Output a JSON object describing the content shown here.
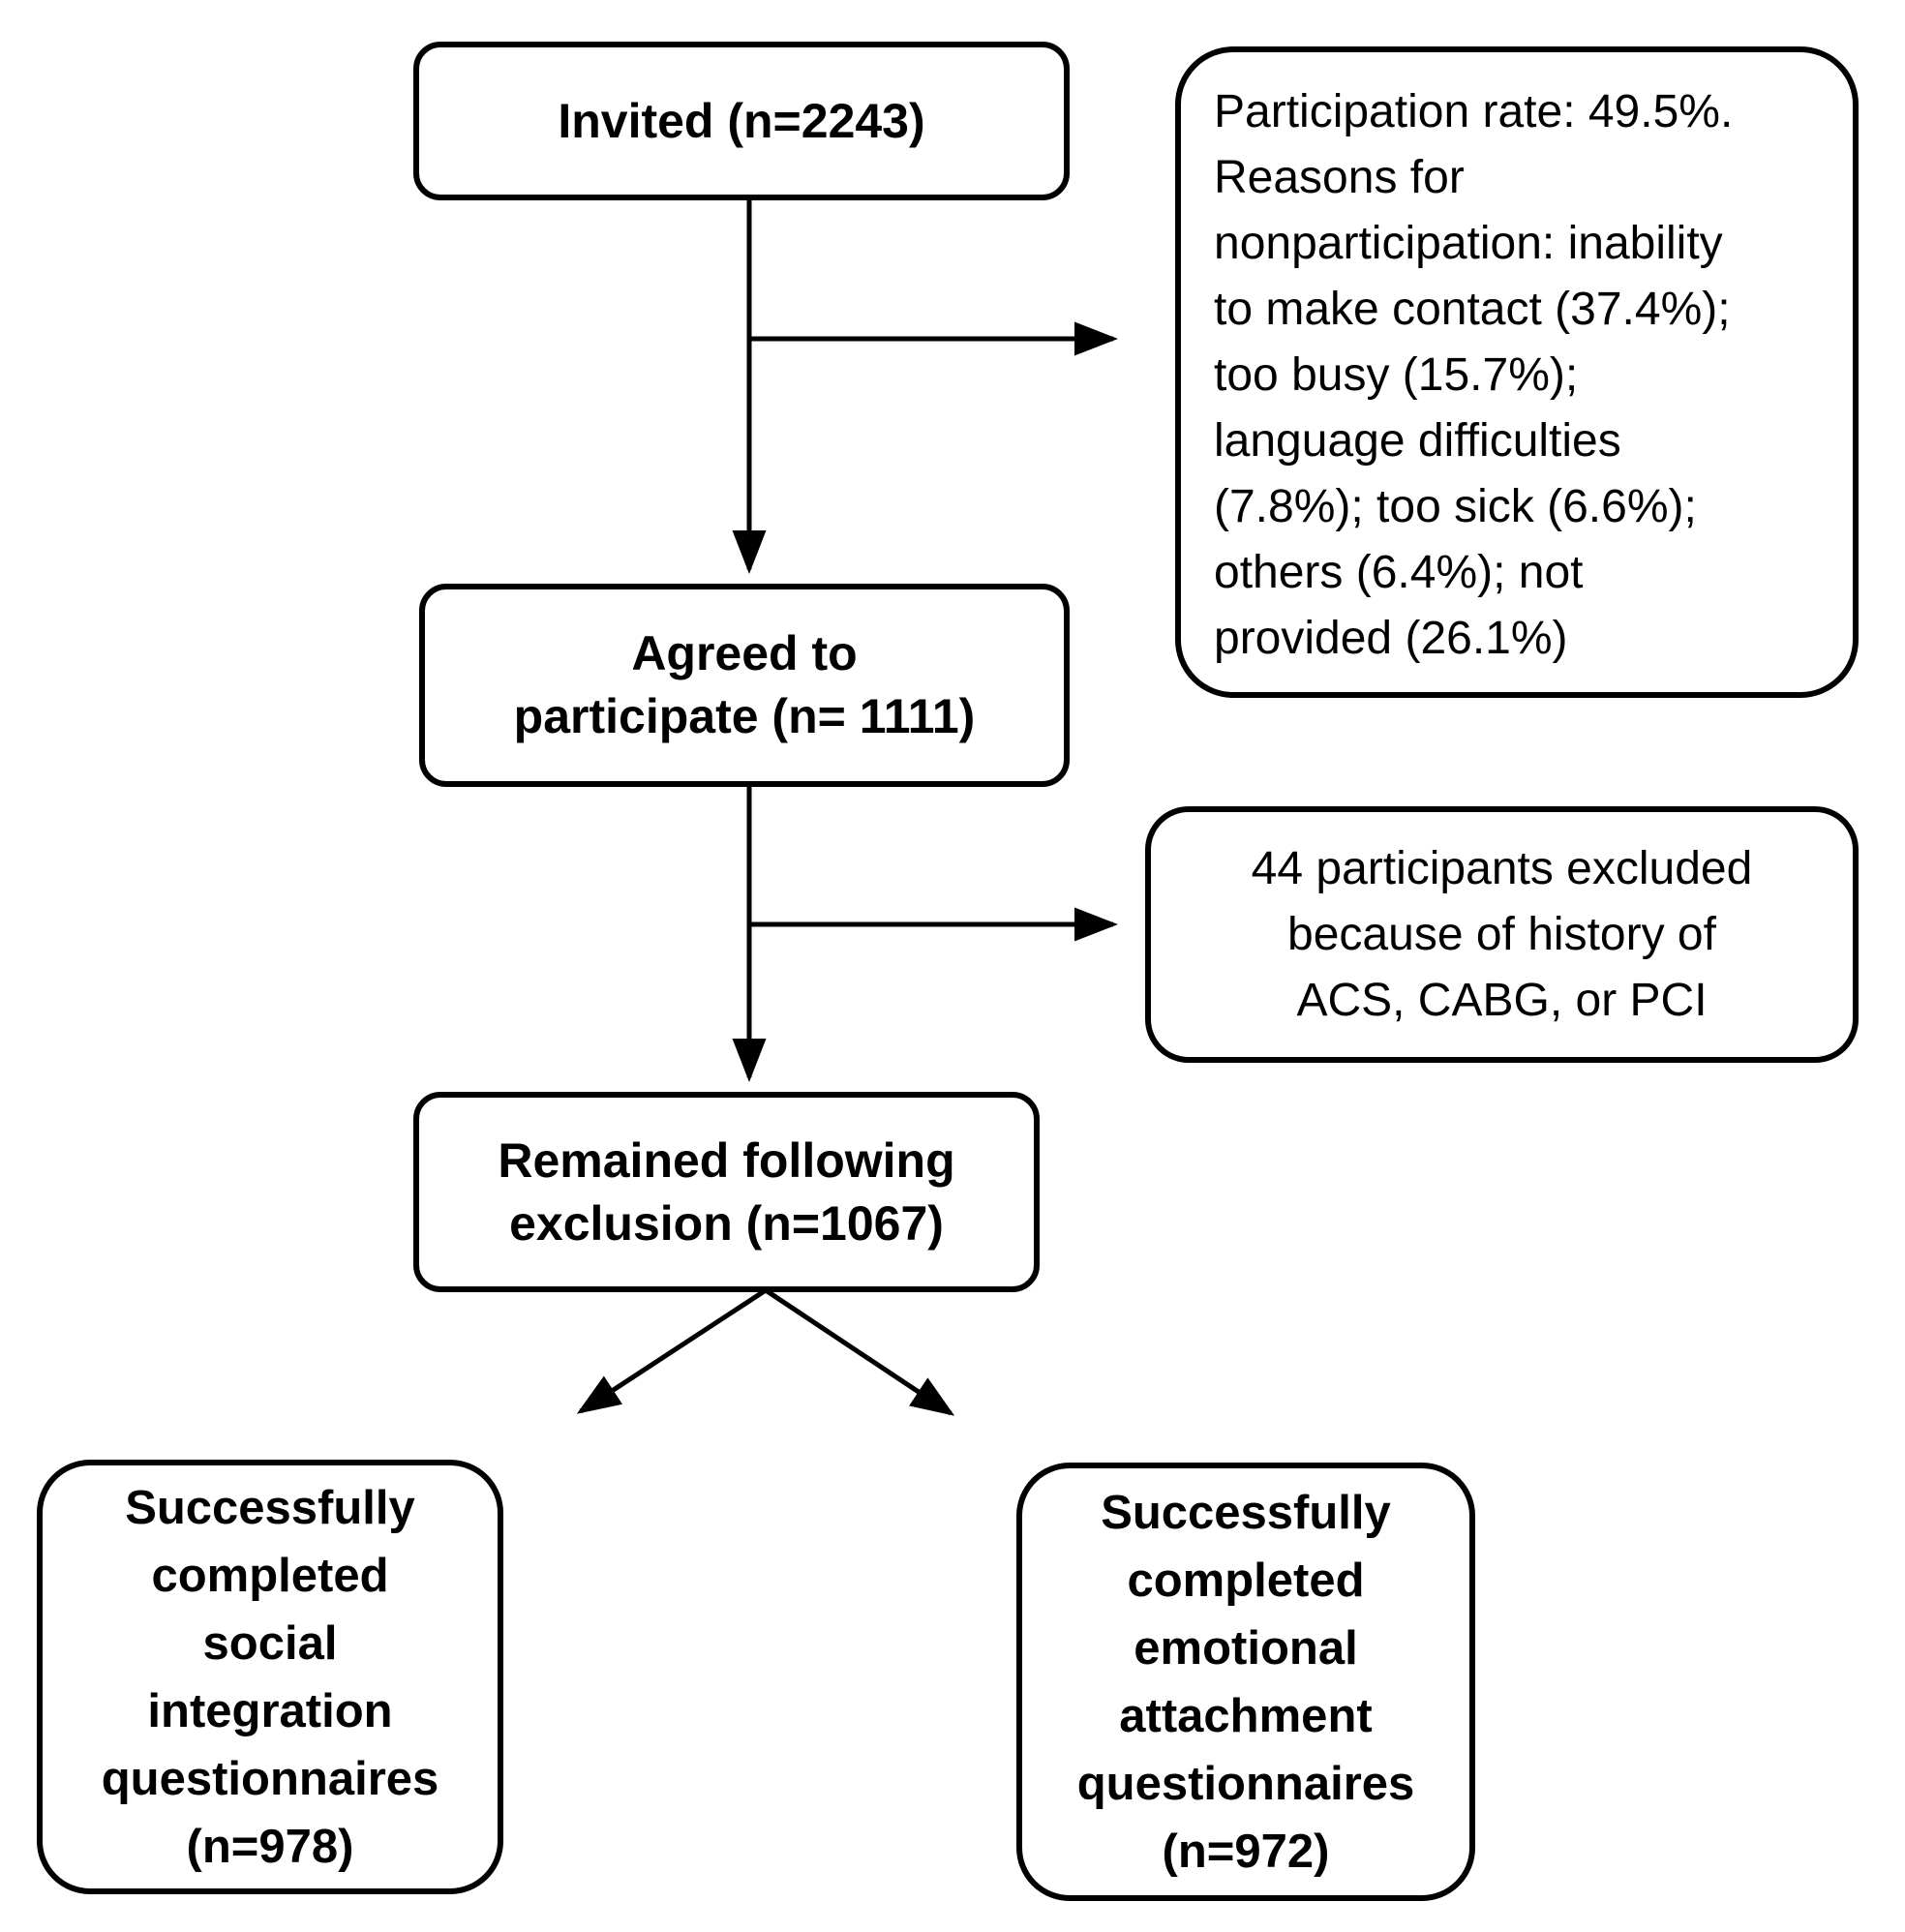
{
  "diagram": {
    "type": "participant-flowchart",
    "colors": {
      "ink": "#000000",
      "background": "#ffffff"
    },
    "nodes": {
      "invited": {
        "text": "Invited (n=2243)",
        "n": 2243
      },
      "participation_note": {
        "text": "Participation rate: 49.5%.\nReasons for\nnonparticipation: inability\nto make contact (37.4%);\ntoo busy (15.7%);\nlanguage difficulties\n(7.8%); too sick (6.6%);\nothers (6.4%); not\nprovided (26.1%)",
        "participation_rate_pct": 49.5,
        "nonparticipation_reasons": [
          {
            "reason": "inability to make contact",
            "pct": 37.4
          },
          {
            "reason": "too busy",
            "pct": 15.7
          },
          {
            "reason": "language difficulties",
            "pct": 7.8
          },
          {
            "reason": "too sick",
            "pct": 6.6
          },
          {
            "reason": "others",
            "pct": 6.4
          },
          {
            "reason": "not provided",
            "pct": 26.1
          }
        ]
      },
      "agreed": {
        "text": "Agreed to\nparticipate (n= 1111)",
        "n": 1111
      },
      "excluded_note": {
        "text": "44 participants excluded\nbecause of history of\nACS, CABG, or PCI",
        "n": 44
      },
      "remained": {
        "text": "Remained following\nexclusion (n=1067)",
        "n": 1067
      },
      "social": {
        "text": "Successfully\ncompleted\nsocial\nintegration\nquestionnaires\n(n=978)",
        "n": 978
      },
      "emotional": {
        "text": "Successfully\ncompleted\nemotional\nattachment\nquestionnaires\n(n=972)",
        "n": 972
      }
    },
    "edges": [
      {
        "from": "invited",
        "to": "agreed"
      },
      {
        "from": "invited",
        "to": "participation_note"
      },
      {
        "from": "agreed",
        "to": "remained"
      },
      {
        "from": "agreed",
        "to": "excluded_note"
      },
      {
        "from": "remained",
        "to": "social"
      },
      {
        "from": "remained",
        "to": "emotional"
      }
    ]
  }
}
